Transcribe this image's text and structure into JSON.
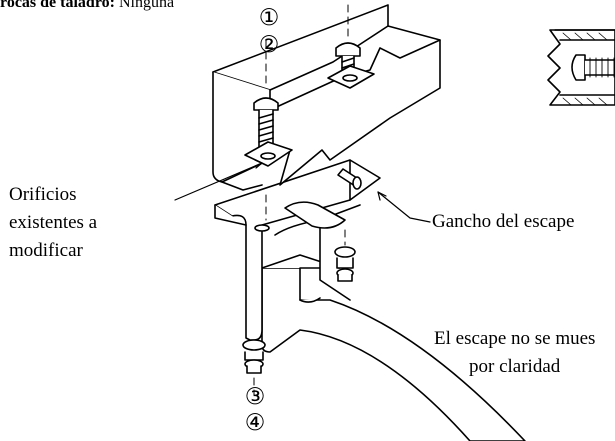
{
  "header": {
    "label": "rocas de taladro:",
    "value": "Ninguna"
  },
  "callouts": [
    "①",
    "②",
    "③",
    "④"
  ],
  "labels": {
    "holes": [
      "Orificios",
      "existentes a",
      "modificar"
    ],
    "hook": "Gancho del escape",
    "exhaust": [
      "El escape no se mues",
      "por claridad"
    ]
  },
  "colors": {
    "line": "#000000",
    "fill": "#ffffff"
  }
}
